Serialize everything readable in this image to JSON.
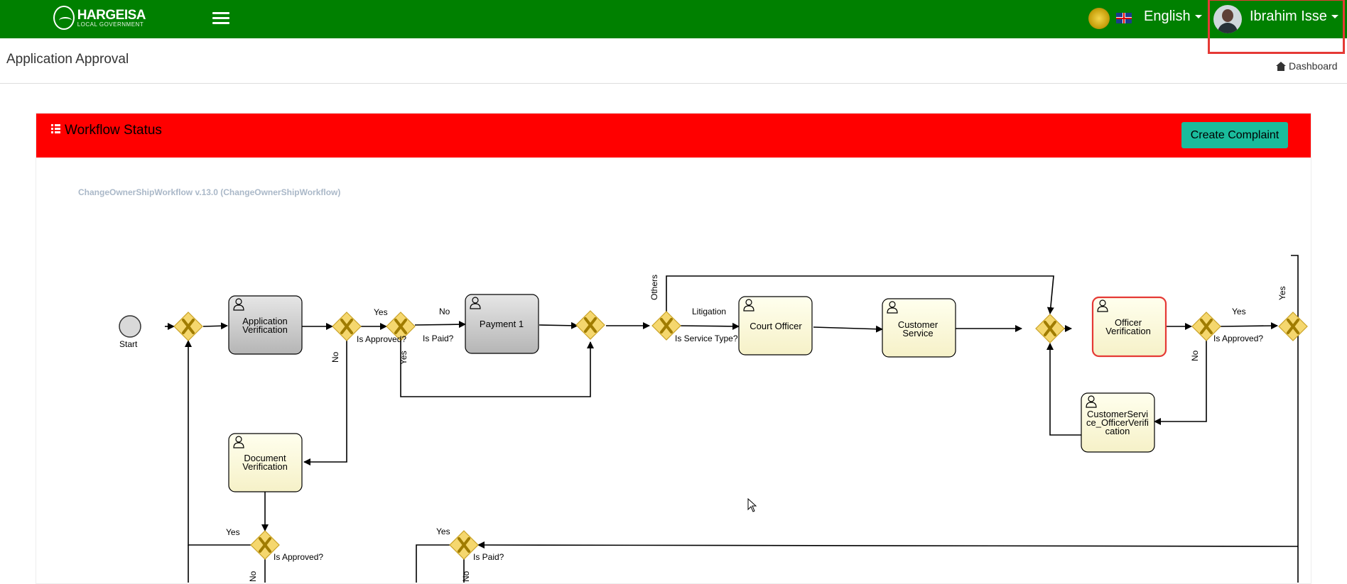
{
  "header": {
    "logo_title": "HARGEISA",
    "logo_subtitle": "LOCAL GOVERNMENT",
    "language": "English",
    "user_name": "Ibrahim Isse",
    "bar_color": "#008000",
    "icons": [
      "menu-icon",
      "emblem-icon",
      "uk-flag-icon",
      "avatar"
    ]
  },
  "page": {
    "title": "Application Approval",
    "breadcrumb": "Dashboard"
  },
  "card": {
    "title": "Workflow Status",
    "header_color": "#ff0000",
    "button_label": "Create Complaint",
    "button_color": "#1abc9c"
  },
  "workflow": {
    "name": "ChangeOwnerShipWorkflow v.13.0 (ChangeOwnerShipWorkflow)",
    "start_label": "Start",
    "tasks": {
      "app_verification": [
        "Application",
        "Verification"
      ],
      "payment1": [
        "Payment 1"
      ],
      "court_officer": [
        "Court Officer"
      ],
      "customer_service": [
        "Customer",
        "Service"
      ],
      "officer_verification": [
        "Officer",
        "Verification"
      ],
      "cs_officer_verification": [
        "CustomerServi",
        "ce_OfficerVerifi",
        "cation"
      ],
      "document_verification": [
        "Document",
        "Verification"
      ]
    },
    "gateways": {
      "is_approved": "Is Approved?",
      "is_paid": "Is Paid?",
      "is_service_type": "Is Service Type?"
    },
    "edges": {
      "yes": "Yes",
      "no": "No",
      "others": "Others",
      "litigation": "Litigation"
    },
    "colors": {
      "completed_task": "#c8c8c8",
      "pending_task": "#ffffe0",
      "active_border": "#e53935",
      "gateway": "#f5d76e"
    }
  }
}
